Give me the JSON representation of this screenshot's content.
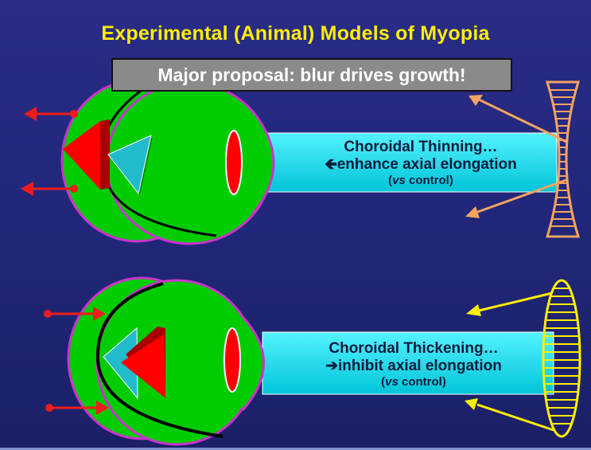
{
  "title": "Experimental (Animal) Models of Myopia",
  "proposal": "Major proposal: blur drives growth!",
  "panels": {
    "top": {
      "line1": "Choroidal Thinning…",
      "arrow_glyph": "🡸",
      "line2": "enhance axial elongation",
      "vs_open": "(",
      "vs": "vs",
      "vs_rest": " control)"
    },
    "bottom": {
      "line1": "Choroidal Thickening…",
      "arrow_glyph": "➔",
      "line2": "inhibit axial elongation",
      "vs_open": "(",
      "vs": "vs",
      "vs_rest": " control)"
    }
  },
  "colors": {
    "eye_green": "#00cc00",
    "eye_outline": "#cc33cc",
    "retina_red": "#ff0000",
    "arrow_red": "#ee1c1c",
    "cyan_band": "#00e0ee",
    "lens_orange": "#f4a460",
    "lens_yellow": "#ffee00",
    "image_cyan": "#22bbcc"
  }
}
